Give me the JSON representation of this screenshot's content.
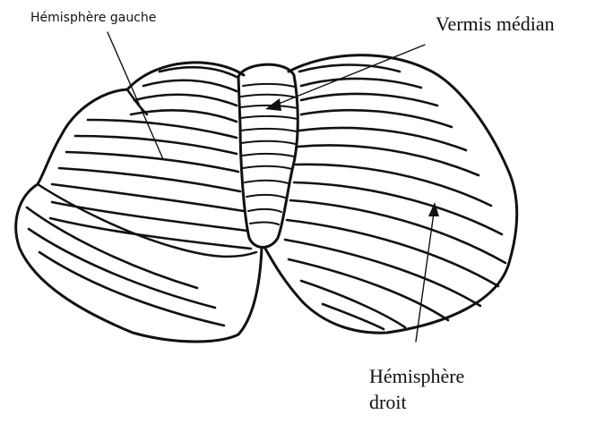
{
  "labels": {
    "left_hemisphere": "Hémisphère gauche",
    "vermis": "Vermis médian",
    "right_hemisphere_line1": "Hémisphère",
    "right_hemisphere_line2": "droit"
  },
  "colors": {
    "ink": "#111111",
    "background": "#ffffff"
  }
}
